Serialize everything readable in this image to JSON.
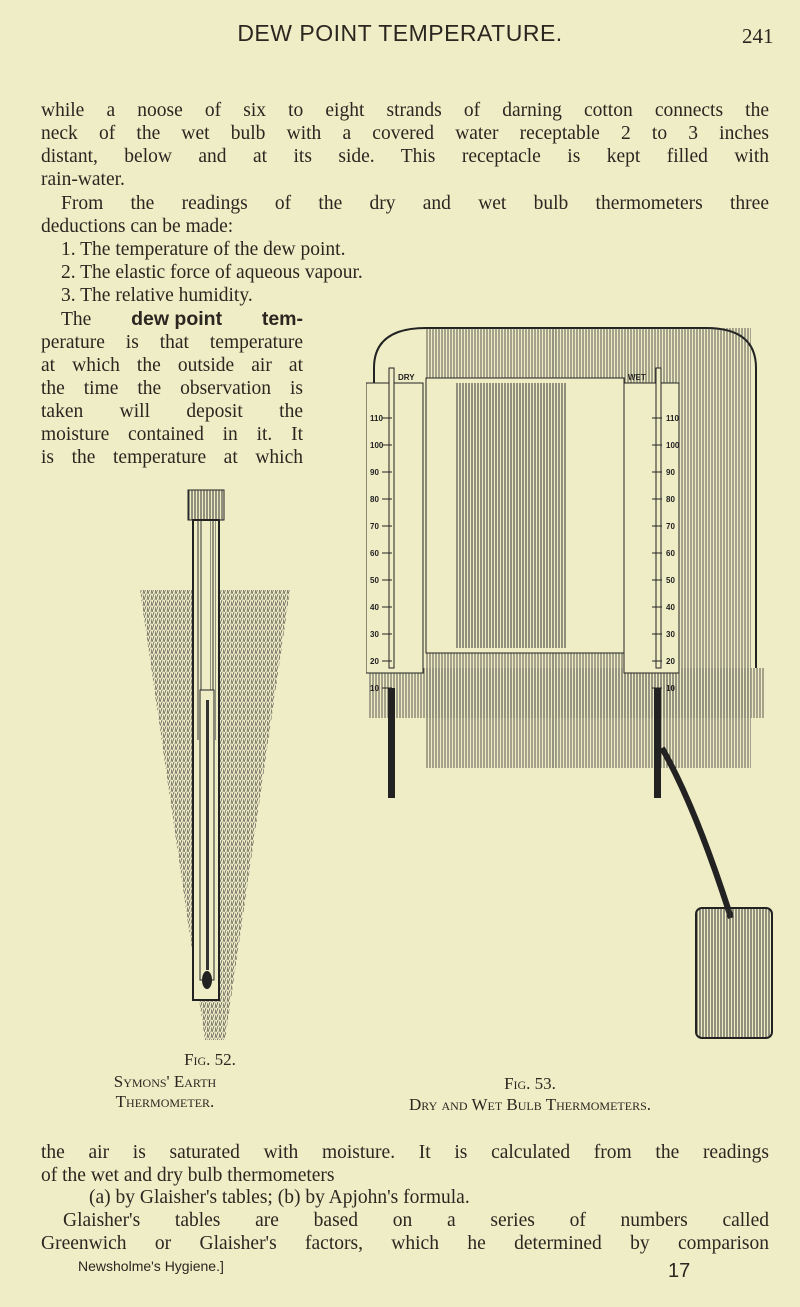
{
  "header": {
    "title": "DEW POINT TEMPERATURE.",
    "page_number": "241"
  },
  "top_lines": [
    "while a noose of six to eight strands of darning cotton connects the",
    "neck of the wet bulb with a covered water receptable 2 to 3 inches",
    "distant, below and at its side. This receptacle is kept filled with",
    "rain-water.",
    "From the readings of the dry and wet bulb thermometers three",
    "deductions can be made:",
    "1. The temperature of the dew point.",
    "2. The elastic force of aqueous vapour.",
    "3. The relative humidity."
  ],
  "dew_point_term": "dew point",
  "narrow_lines": [
    "The",
    "tem-",
    "perature is that temperature",
    "at which the outside air at",
    "the time the observation is",
    "taken will deposit the",
    "moisture contained in it. It",
    "is the temperature at which"
  ],
  "fig52": {
    "number": "Fig. 52.",
    "caption_line1": "Symons' Earth",
    "caption_line2": "Thermometer."
  },
  "fig53": {
    "number": "Fig. 53.",
    "caption": "Dry and Wet Bulb Thermometers.",
    "dry_label": "DRY",
    "wet_label": "WET",
    "scale": [
      "110",
      "100",
      "90",
      "80",
      "70",
      "60",
      "50",
      "40",
      "30",
      "20",
      "10"
    ]
  },
  "bottom_lines": [
    "the air is saturated with moisture. It is calculated from the readings",
    "of the wet and dry bulb thermometers",
    "(a) by Glaisher's tables; (b) by Apjohn's formula.",
    "Glaisher's tables are based on a series of numbers called",
    "Greenwich or Glaisher's factors, which he determined by comparison"
  ],
  "footer": {
    "source": "Newsholme's Hygiene.]",
    "signature": "17"
  }
}
